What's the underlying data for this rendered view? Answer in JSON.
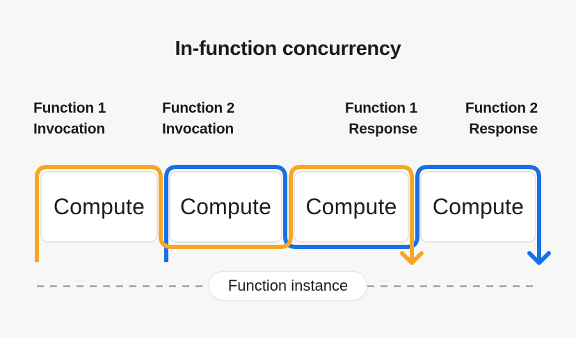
{
  "title": "In-function concurrency",
  "colors": {
    "function1": "#F6A624",
    "function2": "#1670E8",
    "bg": "#f7f7f5",
    "text": "#1b1b1b",
    "box_border": "#d8d8d8",
    "box_fill": "#ffffff",
    "dash": "#a0a0a0",
    "pill_border": "#e5e4e1"
  },
  "labels": [
    {
      "line1": "Function 1",
      "line2": "Invocation"
    },
    {
      "line1": "Function 2",
      "line2": "Invocation"
    },
    {
      "line1": "Function 1",
      "line2": "Response"
    },
    {
      "line1": "Function 2",
      "line2": "Response"
    }
  ],
  "boxes": [
    {
      "label": "Compute"
    },
    {
      "label": "Compute"
    },
    {
      "label": "Compute"
    },
    {
      "label": "Compute"
    }
  ],
  "icons": {
    "function_1_arrow": "arrow-down",
    "function_2_arrow": "arrow-down"
  },
  "timeline": {
    "label": "Function instance"
  }
}
